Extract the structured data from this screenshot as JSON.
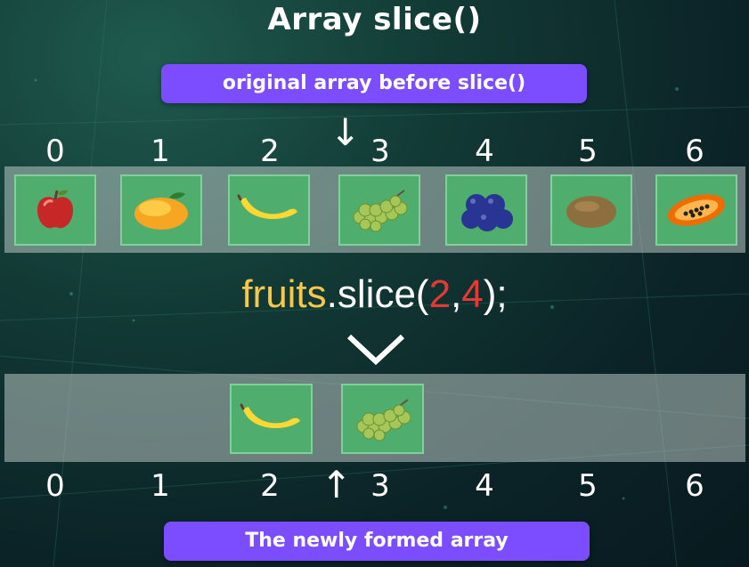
{
  "title": "Array slice()",
  "top_label": "original array before slice()",
  "bottom_label": "The newly formed array",
  "indices": [
    "0",
    "1",
    "2",
    "3",
    "4",
    "5",
    "6"
  ],
  "original_array": [
    "apple",
    "mango",
    "banana",
    "grapes",
    "blueberries",
    "kiwi",
    "papaya"
  ],
  "sliced_array": [
    "banana",
    "grapes"
  ],
  "code": {
    "object": "fruits",
    "method": ".slice(",
    "arg_start": "2",
    "comma": ",",
    "arg_end": "4",
    "close": ");"
  },
  "colors": {
    "accent": "#7c4dff",
    "cell": "#4fae6d",
    "object": "#f5c84c",
    "argument": "#e53935"
  }
}
